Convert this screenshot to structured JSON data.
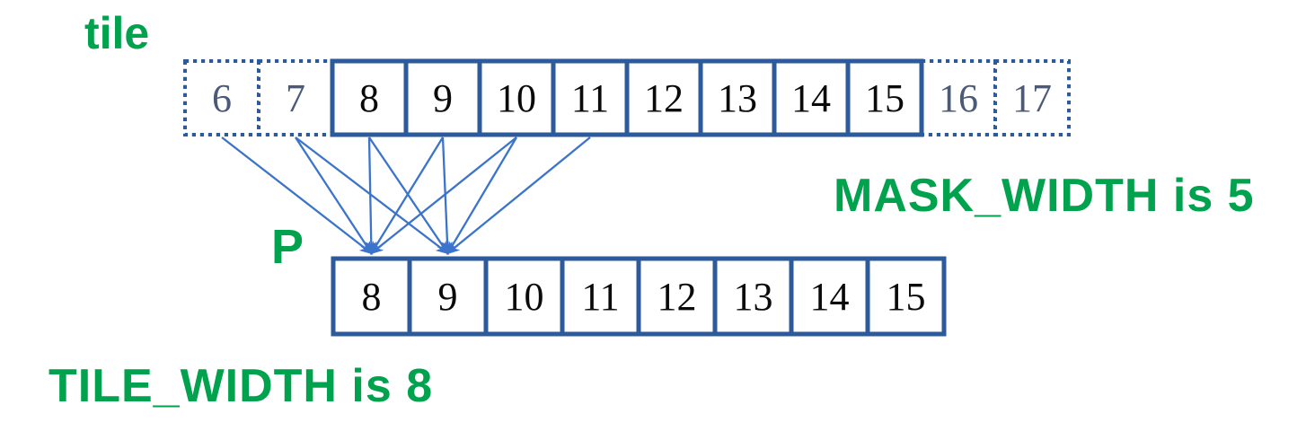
{
  "labels": {
    "tile": "tile",
    "p": "P",
    "mask_width": "MASK_WIDTH is 5",
    "tile_width": "TILE_WIDTH is 8"
  },
  "colors": {
    "label_green": "#00A24E",
    "cell_border_blue": "#2D5A9B",
    "arrow_blue": "#3C74CC",
    "halo_number": "#4A5A78",
    "number_black": "#0A0A0A",
    "cell_fill": "#FFFFFF"
  },
  "diagram": {
    "mask_width_value": 5,
    "tile_width_value": 8,
    "tile_row": {
      "cells": [
        {
          "value": "6",
          "halo": true
        },
        {
          "value": "7",
          "halo": true
        },
        {
          "value": "8",
          "halo": false
        },
        {
          "value": "9",
          "halo": false
        },
        {
          "value": "10",
          "halo": false
        },
        {
          "value": "11",
          "halo": false
        },
        {
          "value": "12",
          "halo": false
        },
        {
          "value": "13",
          "halo": false
        },
        {
          "value": "14",
          "halo": false
        },
        {
          "value": "15",
          "halo": false
        },
        {
          "value": "16",
          "halo": true
        },
        {
          "value": "17",
          "halo": true
        }
      ]
    },
    "p_row": {
      "cells": [
        {
          "value": "8"
        },
        {
          "value": "9"
        },
        {
          "value": "10"
        },
        {
          "value": "11"
        },
        {
          "value": "12"
        },
        {
          "value": "13"
        },
        {
          "value": "14"
        },
        {
          "value": "15"
        }
      ]
    },
    "arrows": [
      {
        "from_tile": 6,
        "to_p": 8
      },
      {
        "from_tile": 7,
        "to_p": 8
      },
      {
        "from_tile": 8,
        "to_p": 8
      },
      {
        "from_tile": 9,
        "to_p": 8
      },
      {
        "from_tile": 10,
        "to_p": 8
      },
      {
        "from_tile": 7,
        "to_p": 9
      },
      {
        "from_tile": 8,
        "to_p": 9
      },
      {
        "from_tile": 9,
        "to_p": 9
      },
      {
        "from_tile": 10,
        "to_p": 9
      },
      {
        "from_tile": 11,
        "to_p": 9
      }
    ]
  }
}
